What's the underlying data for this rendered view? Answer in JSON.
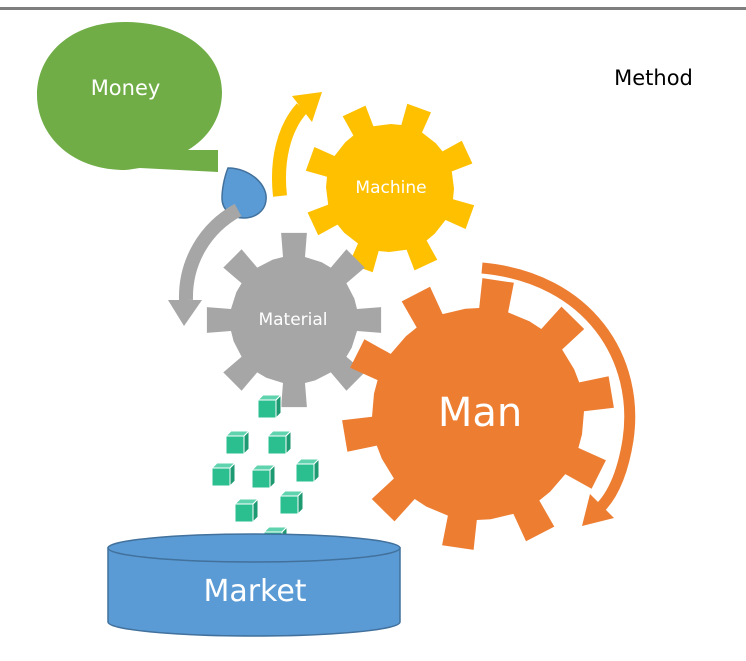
{
  "diagram": {
    "labels": {
      "money": "Money",
      "method": "Method",
      "machine": "Machine",
      "material": "Material",
      "man": "Man",
      "market": "Market"
    },
    "colors": {
      "money": "#70AD47",
      "drop": "#5B9BD5",
      "machine": "#FFC000",
      "material": "#A6A6A6",
      "man": "#ED7D31",
      "market": "#5B9BD5",
      "cube": "#2BBE8F",
      "rule": "#7F7F7F"
    },
    "icons": {
      "drop": "water-drop-icon",
      "cube": "cube-icon",
      "cycle_arrow": "curved-arrow-icon"
    },
    "cube_count": 9
  }
}
